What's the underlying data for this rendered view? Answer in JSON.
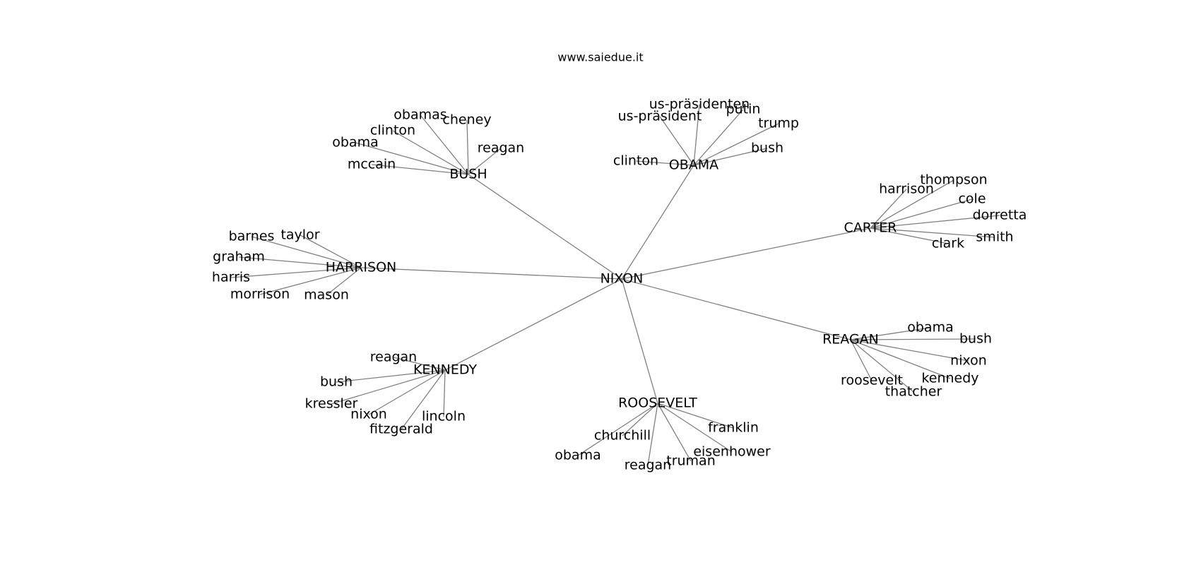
{
  "title": "www.saiedue.it",
  "center": "NIXON",
  "hubs": [
    {
      "name": "BUSH",
      "leaves": [
        "obamas",
        "cheney",
        "clinton",
        "obama",
        "reagan",
        "mccain"
      ]
    },
    {
      "name": "OBAMA",
      "leaves": [
        "us-präsidenten",
        "us-präsident",
        "putin",
        "trump",
        "bush",
        "clinton"
      ]
    },
    {
      "name": "CARTER",
      "leaves": [
        "harrison",
        "thompson",
        "cole",
        "dorretta",
        "smith",
        "clark"
      ]
    },
    {
      "name": "HARRISON",
      "leaves": [
        "barnes",
        "taylor",
        "graham",
        "harris",
        "morrison",
        "mason"
      ]
    },
    {
      "name": "REAGAN",
      "leaves": [
        "obama",
        "bush",
        "nixon",
        "kennedy",
        "roosevelt",
        "thatcher"
      ]
    },
    {
      "name": "KENNEDY",
      "leaves": [
        "reagan",
        "bush",
        "kressler",
        "nixon",
        "fitzgerald",
        "lincoln"
      ]
    },
    {
      "name": "ROOSEVELT",
      "leaves": [
        "franklin",
        "churchill",
        "eisenhower",
        "obama",
        "reagan",
        "truman"
      ]
    }
  ]
}
